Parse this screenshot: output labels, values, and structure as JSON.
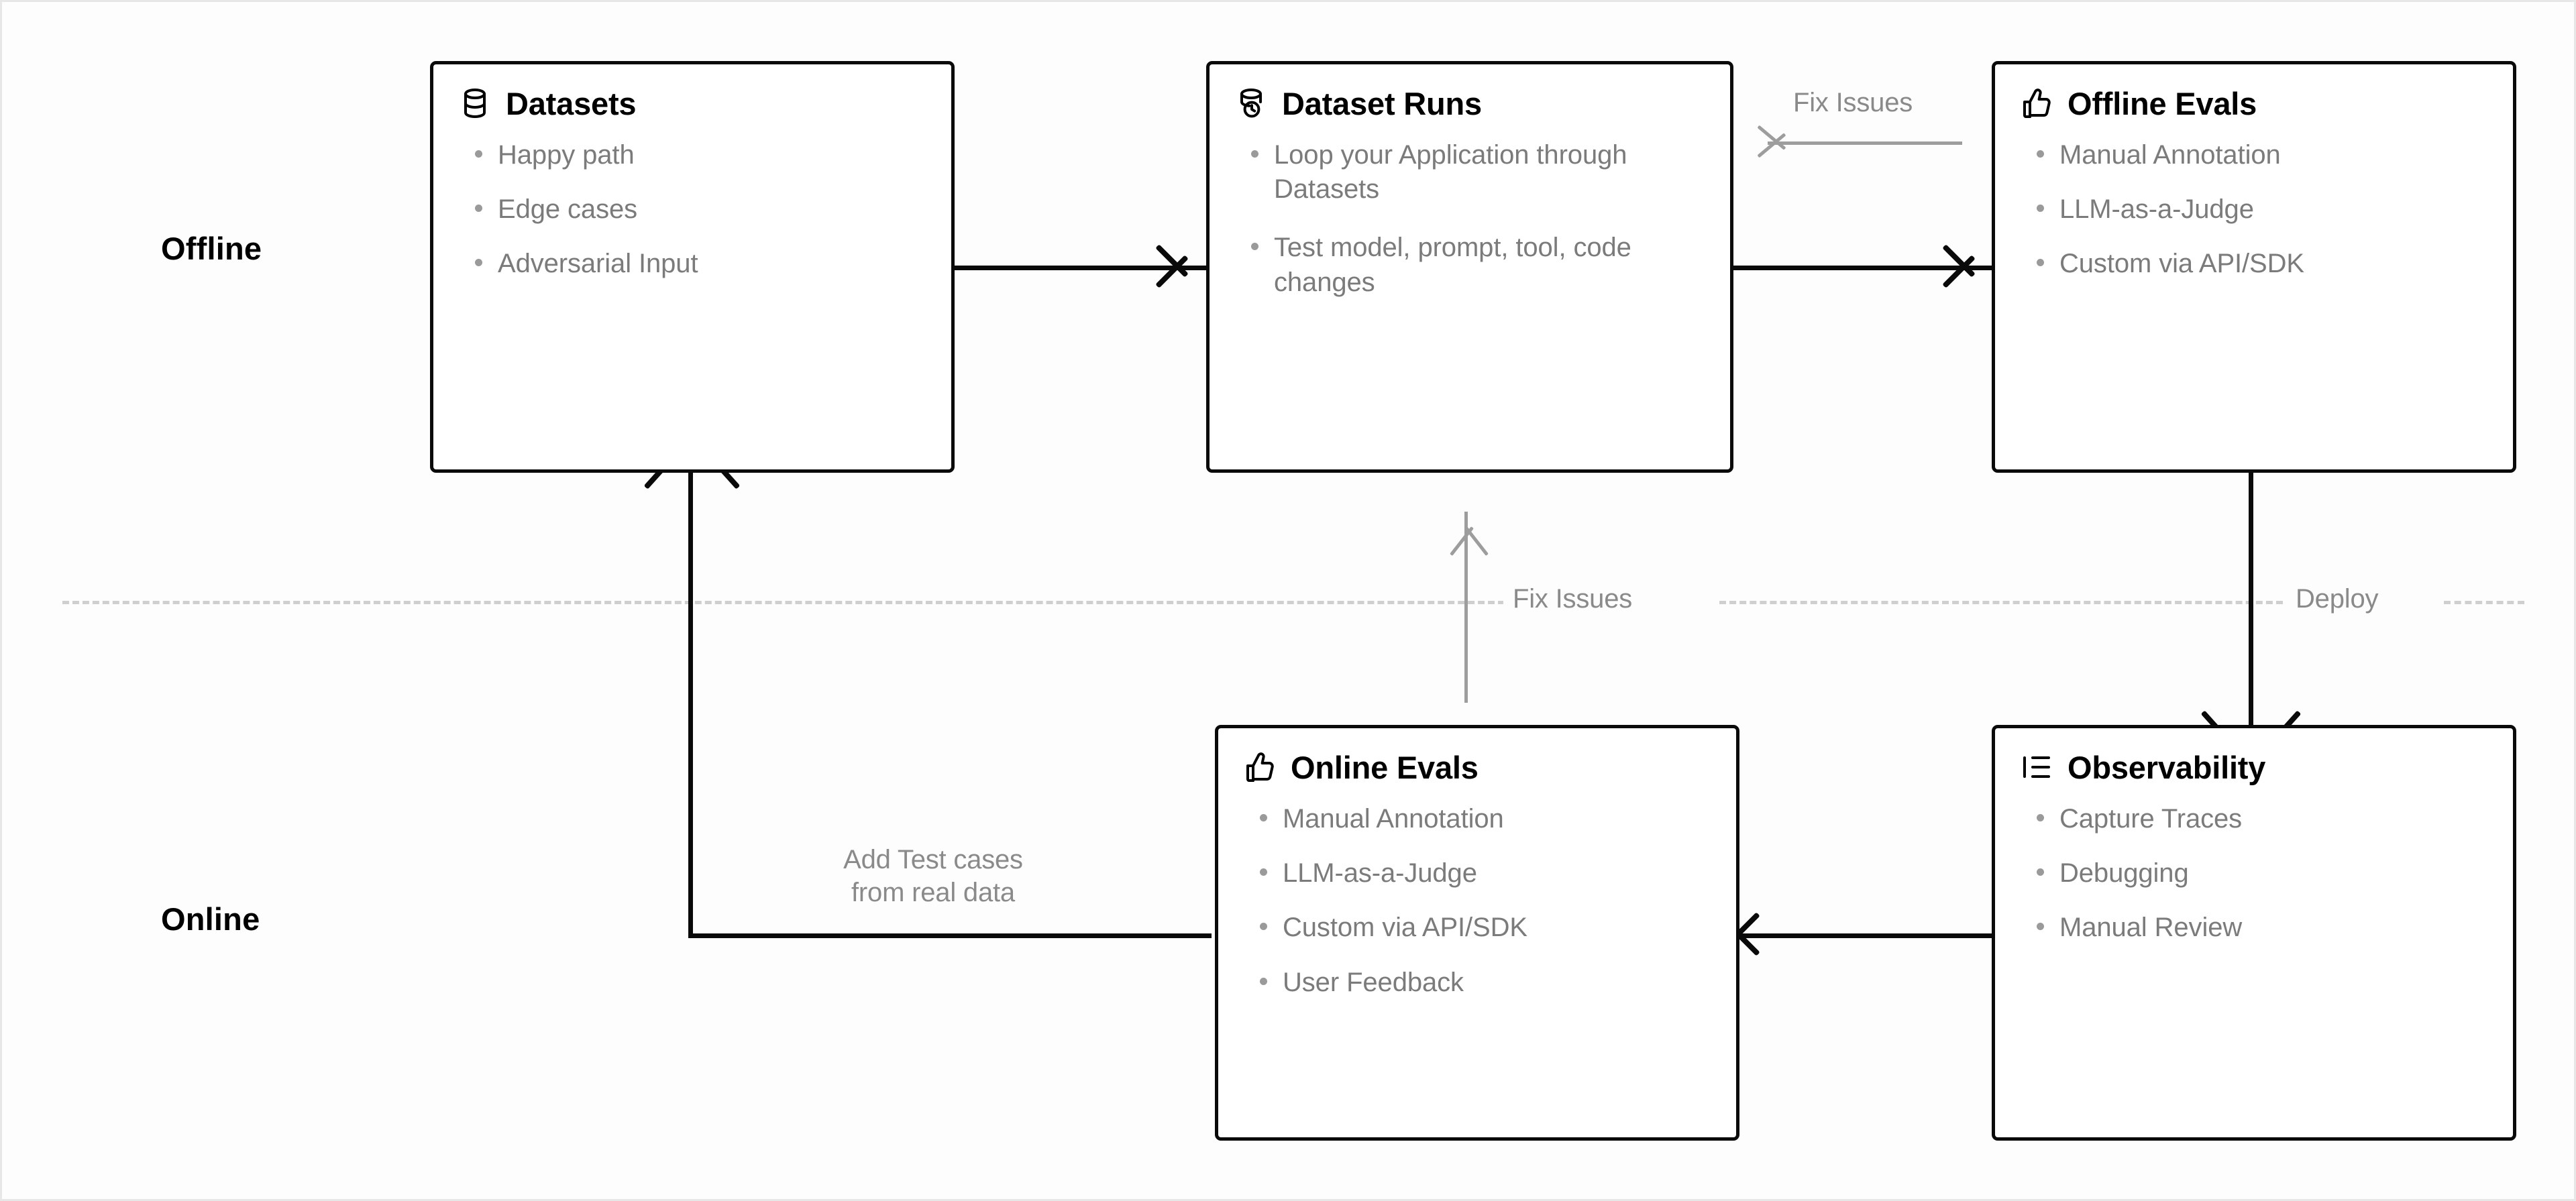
{
  "diagram": {
    "lanes": [
      {
        "id": "offline",
        "label": "Offline"
      },
      {
        "id": "online",
        "label": "Online"
      }
    ],
    "divider": {
      "labels": [
        {
          "id": "fix-issues-divider",
          "text": "Fix Issues"
        },
        {
          "id": "deploy",
          "text": "Deploy"
        }
      ]
    },
    "nodes": [
      {
        "id": "datasets",
        "title": "Datasets",
        "icon": "database-icon",
        "lane": "offline",
        "bullets": [
          "Happy path",
          "Edge cases",
          "Adversarial Input"
        ]
      },
      {
        "id": "dataset-runs",
        "title": "Dataset Runs",
        "icon": "database-refresh-icon",
        "lane": "offline",
        "bullets": [
          "Loop your Application through Datasets",
          "Test model, prompt, tool, code changes"
        ]
      },
      {
        "id": "offline-evals",
        "title": "Offline Evals",
        "icon": "thumbs-up-icon",
        "lane": "offline",
        "bullets": [
          "Manual Annotation",
          "LLM-as-a-Judge",
          "Custom via API/SDK"
        ]
      },
      {
        "id": "online-evals",
        "title": "Online Evals",
        "icon": "thumbs-up-icon",
        "lane": "online",
        "bullets": [
          "Manual Annotation",
          "LLM-as-a-Judge",
          "Custom via API/SDK",
          "User Feedback"
        ]
      },
      {
        "id": "observability",
        "title": "Observability",
        "icon": "list-tree-icon",
        "lane": "online",
        "bullets": [
          "Capture Traces",
          "Debugging",
          "Manual Review"
        ]
      }
    ],
    "edges": [
      {
        "id": "datasets-to-dataset-runs",
        "from": "datasets",
        "to": "dataset-runs",
        "label": "",
        "color": "#0a0a0a"
      },
      {
        "id": "dataset-runs-to-offline-evals",
        "from": "dataset-runs",
        "to": "offline-evals",
        "label": "",
        "color": "#0a0a0a"
      },
      {
        "id": "offline-evals-to-dataset-runs",
        "from": "offline-evals",
        "to": "dataset-runs",
        "label": "Fix Issues",
        "color": "#9d9d9d"
      },
      {
        "id": "offline-evals-to-observability",
        "from": "offline-evals",
        "to": "observability",
        "label": "Deploy",
        "color": "#0a0a0a"
      },
      {
        "id": "observability-to-online-evals",
        "from": "observability",
        "to": "online-evals",
        "label": "",
        "color": "#0a0a0a"
      },
      {
        "id": "online-evals-to-datasets",
        "from": "online-evals",
        "to": "datasets",
        "label": "Add Test cases\nfrom real data",
        "color": "#0a0a0a"
      },
      {
        "id": "online-evals-to-dataset-runs",
        "from": "online-evals",
        "to": "dataset-runs",
        "label": "Fix Issues",
        "color": "#9d9d9d"
      }
    ],
    "colors": {
      "node_border": "#0a0a0a",
      "title": "#000000",
      "bullet_text": "#7b7b7b",
      "edge_black": "#0a0a0a",
      "edge_gray": "#9d9d9d",
      "divider": "#cfcfcf",
      "background": "#fdfdfd"
    }
  }
}
